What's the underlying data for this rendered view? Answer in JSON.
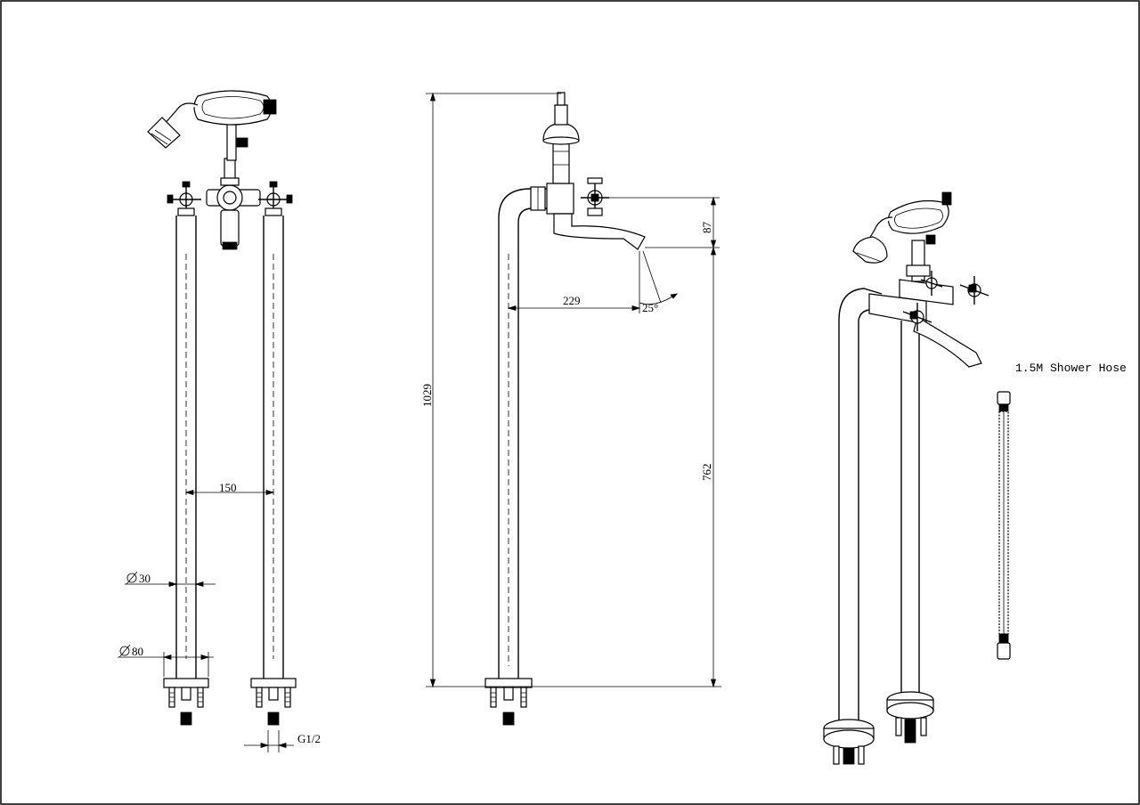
{
  "dimensions": {
    "pipe_spacing": "150",
    "pipe_diameter": "30",
    "base_diameter": "80",
    "thread": "G1/2",
    "total_height": "1029",
    "spout_drop": "87",
    "spout_height": "762",
    "spout_reach": "229",
    "spout_angle": "25°"
  },
  "labels": {
    "hose": "1.5M Shower Hose"
  }
}
